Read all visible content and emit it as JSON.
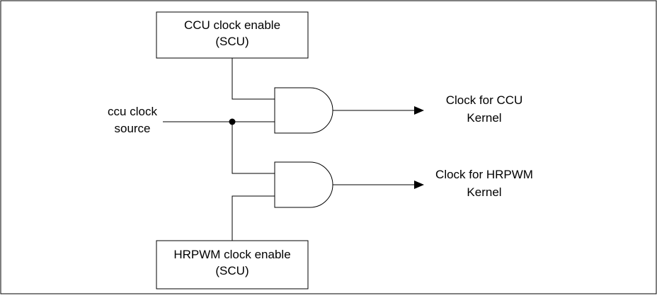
{
  "boxes": {
    "ccu_enable": {
      "line1": "CCU clock enable",
      "line2": "(SCU)"
    },
    "hrpwm_enable": {
      "line1": "HRPWM clock enable",
      "line2": "(SCU)"
    }
  },
  "input": {
    "line1": "ccu clock",
    "line2": "source"
  },
  "outputs": {
    "ccu": {
      "line1": "Clock for CCU",
      "line2": "Kernel"
    },
    "hrpwm": {
      "line1": "Clock for HRPWM",
      "line2": "Kernel"
    }
  },
  "colors": {
    "line": "#000000",
    "background": "#ffffff"
  }
}
